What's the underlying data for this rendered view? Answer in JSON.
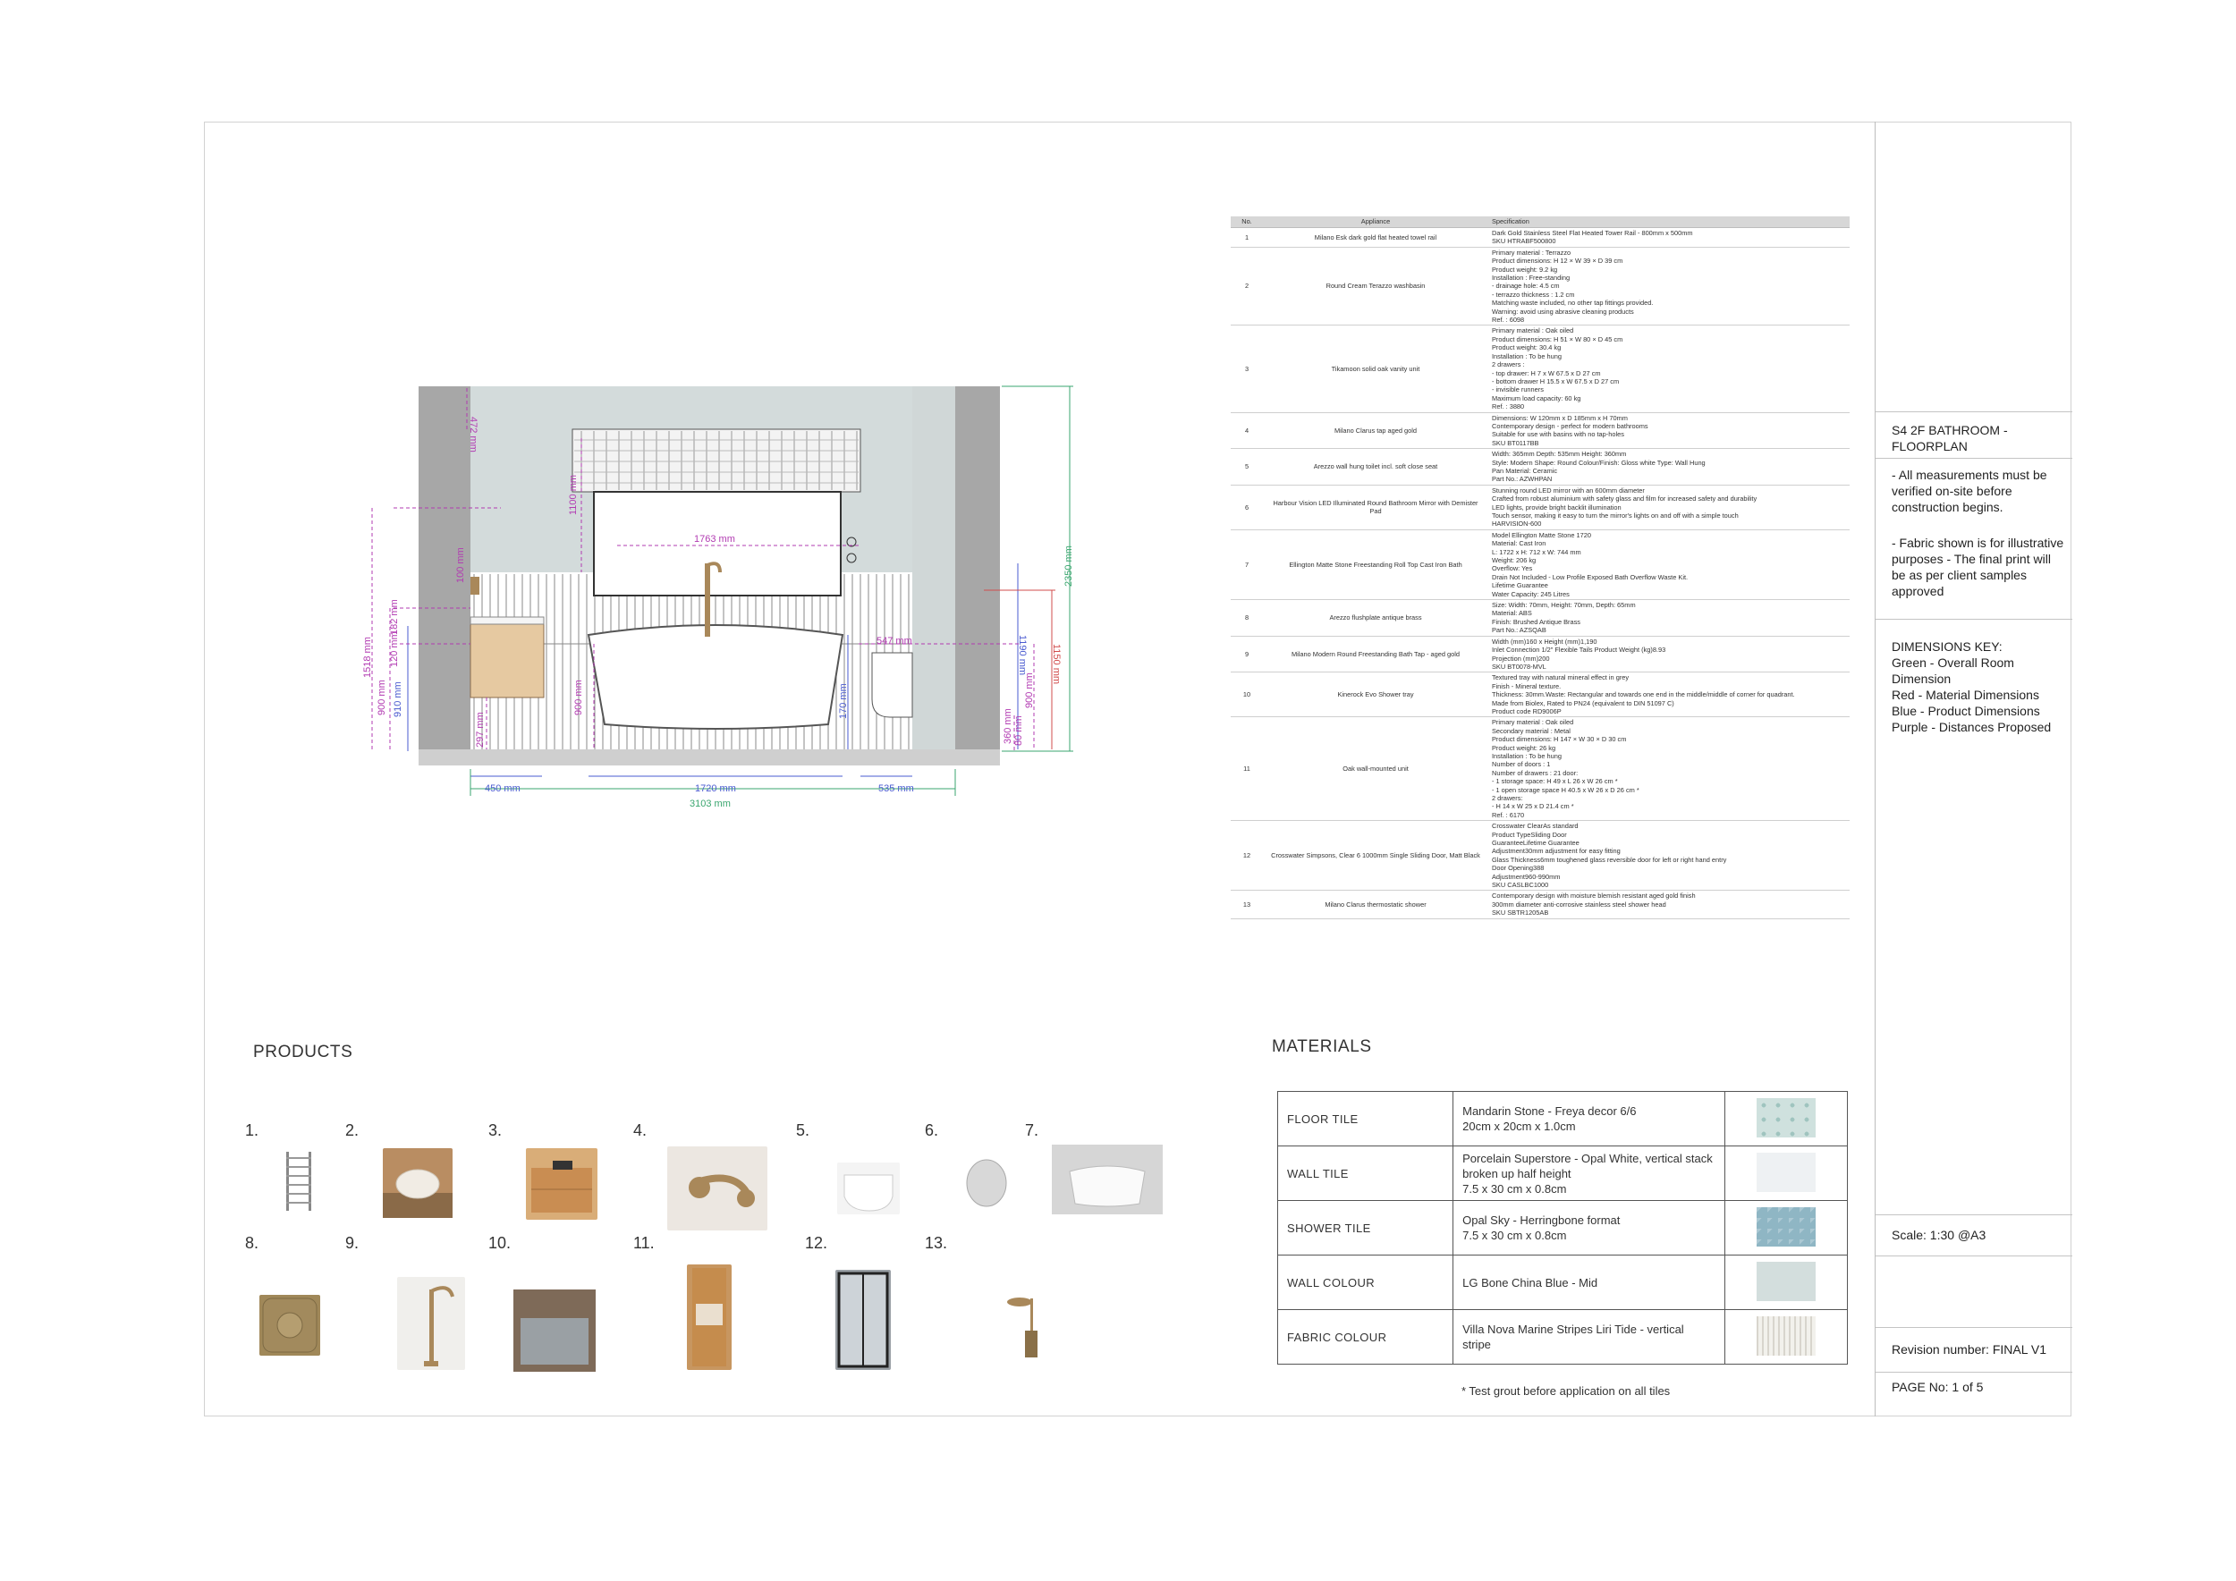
{
  "elevation": {
    "dims": {
      "d_472": "472 mm",
      "d_1100": "1100 mm",
      "d_1763": "1763 mm",
      "d_100": "100 mm",
      "d_2350": "2350 mm",
      "d_182": "182 mm",
      "d_120": "120 mm",
      "d_1518": "1518 mm",
      "d_910": "910 mm",
      "d_900_left": "900 mm",
      "d_900_mid": "900 mm",
      "d_547": "547 mm",
      "d_1190": "1190 mm",
      "d_900_right": "900 mm",
      "d_1150": "1150 mm",
      "d_360": "360 mm",
      "d_450": "450 mm",
      "d_1720": "1720 mm",
      "d_535": "535 mm",
      "d_3103": "3103 mm",
      "d_297": "297 mm",
      "d_170": "170 mm",
      "d_80": "80 mm"
    }
  },
  "spec_table": {
    "headers": [
      "No.",
      "Appliance",
      "Specification"
    ],
    "rows": [
      {
        "no": "1",
        "appliance": "Milano Esk dark gold flat heated towel rail",
        "spec": "Dark Gold Stainless Steel Flat Heated Tower Rail - 800mm x 500mm\nSKU HTRABF500800"
      },
      {
        "no": "2",
        "appliance": "Round Cream Terazzo washbasin",
        "spec": "Primary material : Terrazzo\nProduct dimensions: H 12 × W 39 × D 39 cm\nProduct weight: 9.2 kg\nInstallation : Free-standing\n- drainage hole: 4.5 cm\n- terrazzo thickness : 1.2 cm\nMatching waste included, no other tap fittings provided.\nWarning: avoid using abrasive cleaning products\nRef. : 6098"
      },
      {
        "no": "3",
        "appliance": "Tikamoon solid oak vanity unit",
        "spec": "Primary material : Oak oiled\nProduct dimensions: H 51 × W 80 × D 45 cm\nProduct weight: 30.4 kg\nInstallation : To be hung\n2 drawers :\n- top drawer: H 7 x W 67.5 x D 27 cm\n- bottom drawer H 15.5 x W 67.5 x D 27 cm\n- invisible runners\nMaximum load capacity: 60 kg\nRef. : 3880"
      },
      {
        "no": "4",
        "appliance": "Milano Clarus tap aged gold",
        "spec": "Dimensions: W 120mm x D 185mm x H 70mm\nContemporary design - perfect for modern bathrooms\nSuitable for use with basins with no tap-holes\nSKU BT0117BB"
      },
      {
        "no": "5",
        "appliance": "Arezzo wall hung toilet incl. soft close seat",
        "spec": "Width: 365mm Depth: 535mm Height: 360mm\nStyle: Modern Shape: Round Colour/Finish: Gloss white Type: Wall Hung\nPan Material: Ceramic\nPart No.: AZWHPAN"
      },
      {
        "no": "6",
        "appliance": "Harbour Vision LED Illuminated Round Bathroom Mirror with Demister Pad",
        "spec": "Stunning round LED mirror with an 600mm diameter\nCrafted from robust aluminium with safety glass and film for increased safety and durability\nLED lights, provide bright backlit illumination\nTouch sensor, making it easy to turn the mirror's lights on and off with a simple touch\nHARVISION-600"
      },
      {
        "no": "7",
        "appliance": "Ellington Matte Stone Freestanding Roll Top Cast Iron Bath",
        "spec": "Model Ellington Matte Stone 1720\nMaterial: Cast Iron\nL: 1722 x H: 712 x W: 744 mm\nWeight: 206 kg\nOverflow: Yes\nDrain Not Included - Low Profile Exposed Bath Overflow Waste Kit.\nLifetime Guarantee\nWater Capacity: 245 Litres"
      },
      {
        "no": "8",
        "appliance": "Arezzo flushplate antique brass",
        "spec": "Size: Width: 70mm, Height: 70mm, Depth: 65mm\nMaterial: ABS\nFinish: Brushed Antique Brass\nPart No.: AZSQAB"
      },
      {
        "no": "9",
        "appliance": "Milano Modern Round Freestanding Bath Tap - aged gold",
        "spec": "Width (mm)160 x  Height (mm)1,190\nInlet Connection  1/2\" Flexible Tails Product Weight (kg)8.93\nProjection (mm)200\nSKU BT0078-MVL"
      },
      {
        "no": "10",
        "appliance": "Kinerock Evo Shower tray",
        "spec": "Textured tray with natural mineral effect in grey\nFinish - Mineral texture.\nThickness: 30mm.Waste: Rectangular and towards one end in the middle/middle of corner for quadrant.\nMade from Biolex, Rated to PN24 (equivalent to DIN 51097 C)\nProduct code RD9006P"
      },
      {
        "no": "11",
        "appliance": "Oak wall-mounted unit",
        "spec": "Primary material : Oak oiled\nSecondary material : Metal\nProduct dimensions: H 147 × W 30 × D 30 cm\nProduct weight: 26 kg\nInstallation : To be hung\nNumber of doors : 1\nNumber of drawers : 21 door:\n- 1 storage space: H 49 x L 26 x W 26 cm *\n- 1 open storage space H 40.5 x W 26 x D 26 cm *\n2 drawers:\n- H 14 x W 25 x D 21.4 cm *\nRef. : 6170"
      },
      {
        "no": "12",
        "appliance": "Crosswater Simpsons, Clear 6 1000mm Single Sliding Door, Matt Black",
        "spec": "Crosswater ClearAs standard\nProduct TypeSliding Door\nGuaranteeLifetime Guarantee\nAdjustment30mm adjustment for easy fitting\nGlass Thickness6mm toughened glass reversible door for left or right hand entry\nDoor Opening388\nAdjustment960-990mm\nSKU CASLBC1000"
      },
      {
        "no": "13",
        "appliance": "Milano Clarus thermostatic shower",
        "spec": "Contemporary design with moisture blemish resistant aged gold finish\n300mm diameter anti-corrosive stainless steel shower head\nSKU SBTR1205AB"
      }
    ]
  },
  "products": {
    "heading": "PRODUCTS",
    "items": [
      {
        "num": "1.",
        "icon": "towel-rail"
      },
      {
        "num": "2.",
        "icon": "basin"
      },
      {
        "num": "3.",
        "icon": "vanity"
      },
      {
        "num": "4.",
        "icon": "tap"
      },
      {
        "num": "5.",
        "icon": "toilet"
      },
      {
        "num": "6.",
        "icon": "mirror"
      },
      {
        "num": "7.",
        "icon": "bath"
      },
      {
        "num": "8.",
        "icon": "flushplate"
      },
      {
        "num": "9.",
        "icon": "bath-tap"
      },
      {
        "num": "10.",
        "icon": "shower-tray"
      },
      {
        "num": "11.",
        "icon": "wall-unit"
      },
      {
        "num": "12.",
        "icon": "shower-door"
      },
      {
        "num": "13.",
        "icon": "shower"
      }
    ]
  },
  "materials": {
    "heading": "MATERIALS",
    "rows": [
      {
        "label": "FLOOR TILE",
        "desc": "Mandarin Stone - Freya decor 6/6\n20cm x 20cm x 1.0cm",
        "swatch": "#cfe1de"
      },
      {
        "label": "WALL TILE",
        "desc": "Porcelain Superstore - Opal White, vertical stack broken up half height\n7.5 x 30 cm x 0.8cm",
        "swatch": "#eef1f3"
      },
      {
        "label": "SHOWER TILE",
        "desc": "Opal Sky - Herringbone format\n7.5 x 30 cm x 0.8cm",
        "swatch": "#8fb6c4"
      },
      {
        "label": "WALL COLOUR",
        "desc": "LG Bone China Blue - Mid",
        "swatch": "#d3dedd"
      },
      {
        "label": "FABRIC COLOUR",
        "desc": "Villa Nova Marine Stripes Liri Tide - vertical stripe",
        "swatch": "#e7e5df"
      }
    ],
    "note": "* Test grout before application on all tiles"
  },
  "title_block": {
    "title": "S4 2F BATHROOM  -  FLOORPLAN",
    "note1": "- All measurements must be verified on-site before construction begins.",
    "note2": "- Fabric shown is for illustrative purposes - The final print will be as per client samples approved",
    "dim_key_title": "DIMENSIONS KEY:",
    "dim_key_green": "Green - Overall Room Dimension",
    "dim_key_red": "Red  -  Material Dimensions",
    "dim_key_blue": "Blue  -  Product Dimensions",
    "dim_key_purple": "Purple - Distances Proposed",
    "scale": "Scale: 1:30 @A3",
    "revision": "Revision number: FINAL V1",
    "page": "PAGE No: 1 of 5"
  },
  "colors": {
    "green": "#3aa66f",
    "red": "#d24c4c",
    "blue": "#4a5bd0",
    "purple": "#b23bb2",
    "wall": "#d3dbdb",
    "pillar": "#a7a7a7",
    "brass": "#a9885a"
  }
}
